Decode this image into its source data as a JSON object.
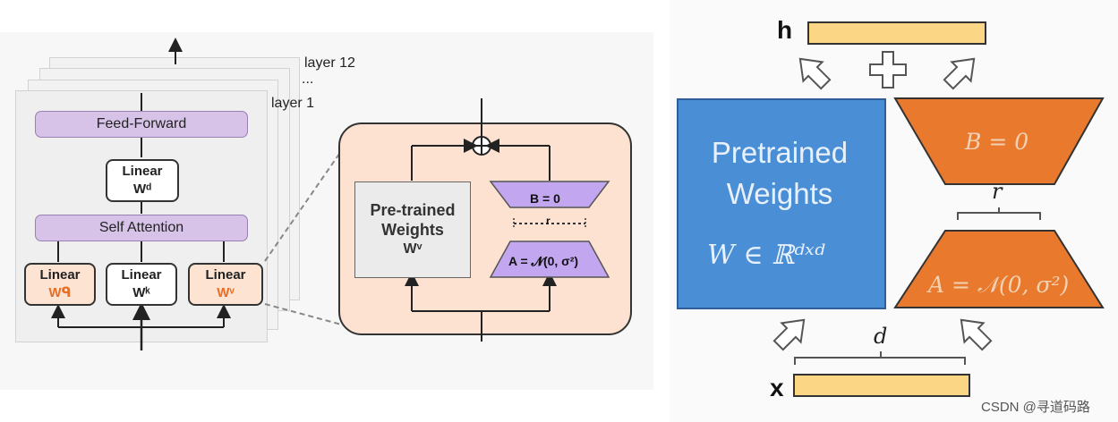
{
  "left": {
    "layer_top_label": "layer 12",
    "layer_ellipsis": "...",
    "layer_bottom_label": "layer 1",
    "feed_forward": "Feed-Forward",
    "linear_d": {
      "title": "Linear",
      "weight": "Wᵈ"
    },
    "self_attention": "Self Attention",
    "linear_q": {
      "title": "Linear",
      "weight": "Wᑫ"
    },
    "linear_k": {
      "title": "Linear",
      "weight": "Wᵏ"
    },
    "linear_v": {
      "title": "Linear",
      "weight": "Wᵛ"
    }
  },
  "detail": {
    "pretrained": {
      "line1": "Pre-trained",
      "line2": "Weights",
      "weight": "Wᵛ"
    },
    "b_label": "B = 0",
    "r_label": "r",
    "a_label": "A = 𝓝(0, σ²)",
    "plus_symbol": "⊕"
  },
  "right": {
    "h_label": "h",
    "x_label": "x",
    "pretrained_line1": "Pretrained",
    "pretrained_line2": "Weights",
    "w_math": "W ∈ ℝᵈˣᵈ",
    "b_math": "B = 0",
    "a_math": "A = 𝒩(0, σ²)",
    "r_label": "r",
    "d_label": "d"
  },
  "watermark": "CSDN @寻道码路",
  "colors": {
    "purple": "#d8c3e8",
    "orange_text": "#e96e24",
    "peach": "#fde1d1",
    "blue": "#4a8fd6",
    "orange_block": "#e8792d",
    "yellow": "#fbd785",
    "lavender": "#c2a6f0"
  }
}
